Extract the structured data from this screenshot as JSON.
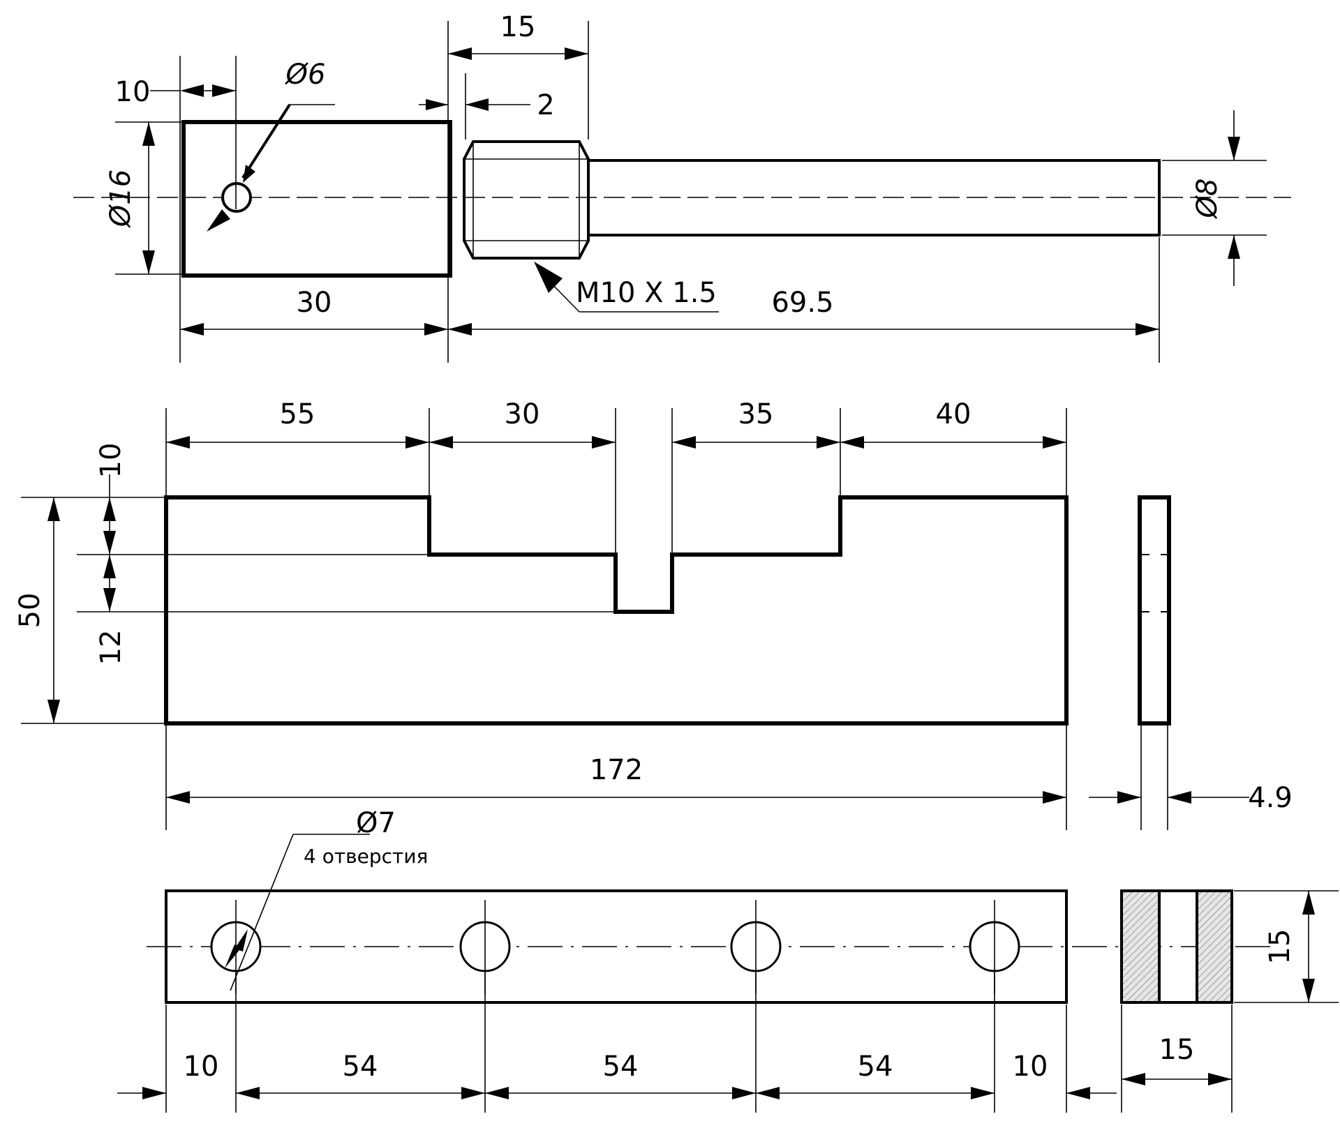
{
  "colors": {
    "line": "#000000",
    "background": "#ffffff",
    "section_fill": "#d9d9d9",
    "hatch": "#8a8a8a"
  },
  "top_view": {
    "d_head": "Ø16",
    "hole": "Ø6",
    "head_len": "30",
    "hole_offset": "10",
    "thread_len": "15",
    "chamfer": "2",
    "thread": "M10 X 1.5",
    "shaft_len": "69.5",
    "d_shaft": "Ø8"
  },
  "front_view": {
    "w1": "55",
    "w2": "30",
    "w3": "35",
    "w4": "40",
    "step": "10",
    "slot": "12",
    "height": "50",
    "length": "172",
    "thickness": "4.9"
  },
  "bottom_view": {
    "hole": "Ø7",
    "holes_note": "4 отверстия",
    "edge_l": "10",
    "pitch1": "54",
    "pitch2": "54",
    "pitch3": "54",
    "edge_r": "10",
    "side_w": "15",
    "side_h": "15"
  }
}
